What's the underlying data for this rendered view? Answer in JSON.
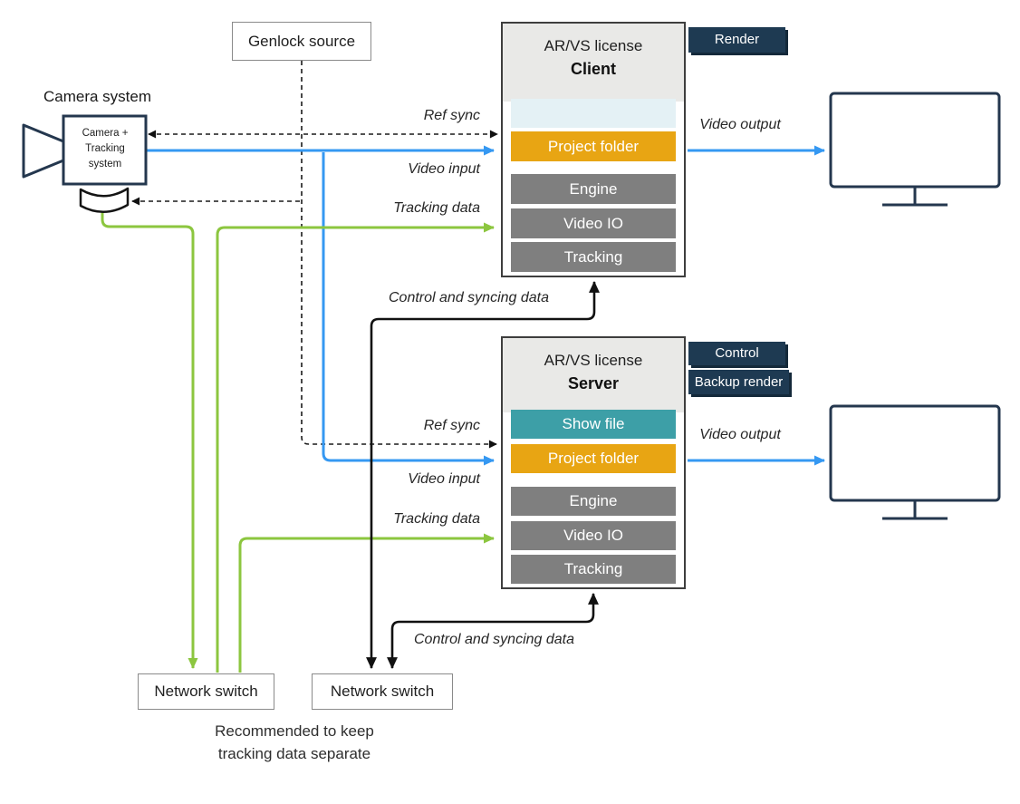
{
  "colors": {
    "blue": "#3598f2",
    "green": "#8cc63f",
    "teal": "#3d9fa7",
    "amber": "#e8a513",
    "navy": "#1e3a52",
    "navy_shadow": "#14293a",
    "module_gray": "#7f7f7f",
    "pale_blue": "#e4f1f5",
    "header_gray": "#e9e9e7",
    "outline_navy": "#24374e"
  },
  "camera": {
    "title": "Camera system",
    "lines": [
      "Camera +",
      "Tracking",
      "system"
    ]
  },
  "genlock": {
    "label": "Genlock source"
  },
  "client": {
    "license": "AR/VS license",
    "name": "Client",
    "badges": [
      "Render"
    ],
    "modules": {
      "project": "Project folder",
      "engine": "Engine",
      "video_io": "Video IO",
      "tracking": "Tracking"
    }
  },
  "server": {
    "license": "AR/VS license",
    "name": "Server",
    "badges": [
      "Control",
      "Backup render"
    ],
    "modules": {
      "show_file": "Show file",
      "project": "Project folder",
      "engine": "Engine",
      "video_io": "Video IO",
      "tracking": "Tracking"
    }
  },
  "switches": {
    "left": "Network switch",
    "right": "Network switch"
  },
  "edges": {
    "ref_sync": "Ref sync",
    "video_input": "Video input",
    "tracking_data": "Tracking data",
    "video_output": "Video output",
    "control": "Control and syncing data"
  },
  "note": {
    "line1": "Recommended to keep",
    "line2": "tracking data separate"
  }
}
